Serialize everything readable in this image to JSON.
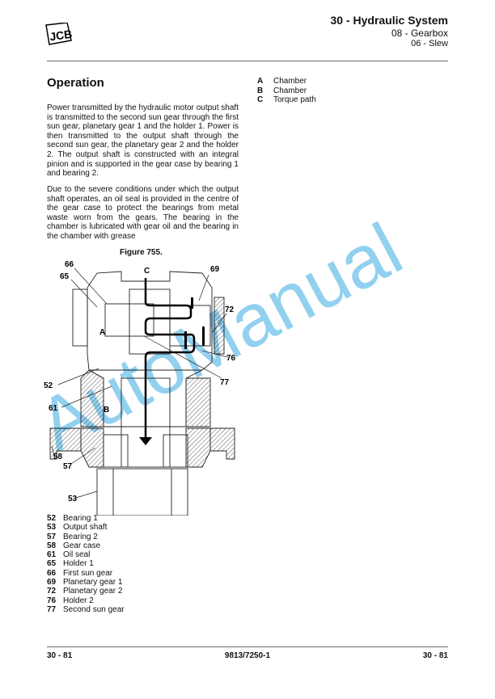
{
  "header": {
    "logo": "JCB",
    "section": "30 - Hydraulic System",
    "subsection": "08 - Gearbox",
    "topic": "06 - Slew"
  },
  "title": "Operation",
  "paragraphs": [
    "Power transmitted by the hydraulic motor output shaft is transmitted to the second sun gear through the first sun gear, planetary gear 1 and the holder 1. Power is then transmitted to the output shaft through the second sun gear, the planetary gear 2 and the holder 2. The output shaft is constructed with an integral pinion and is supported in the gear case by bearing 1 and bearing 2.",
    "Due to the severe conditions under which the output shaft operates, an oil seal is provided in the centre of the gear case to protect the bearings from metal waste worn from the gears. The bearing in the chamber is lubricated with gear oil and the bearing in the chamber with grease"
  ],
  "keys": [
    {
      "k": "A",
      "label": "Chamber"
    },
    {
      "k": "B",
      "label": "Chamber"
    },
    {
      "k": "C",
      "label": "Torque path"
    }
  ],
  "figure": {
    "caption": "Figure 755.",
    "callouts": {
      "c66": "66",
      "c65": "65",
      "cC": "C",
      "c69": "69",
      "c72": "72",
      "cA": "A",
      "c76": "76",
      "c77": "77",
      "c52": "52",
      "c61": "61",
      "cB": "B",
      "c58": "58",
      "c57": "57",
      "c53": "53"
    }
  },
  "legend": [
    {
      "k": "52",
      "label": "Bearing 1"
    },
    {
      "k": "53",
      "label": "Output shaft"
    },
    {
      "k": "57",
      "label": "Bearing 2"
    },
    {
      "k": "58",
      "label": "Gear case"
    },
    {
      "k": "61",
      "label": "Oil seal"
    },
    {
      "k": "65",
      "label": "Holder 1"
    },
    {
      "k": "66",
      "label": "First sun gear"
    },
    {
      "k": "69",
      "label": "Planetary gear 1"
    },
    {
      "k": "72",
      "label": "Planetary gear 2"
    },
    {
      "k": "76",
      "label": "Holder 2"
    },
    {
      "k": "77",
      "label": "Second sun gear"
    }
  ],
  "footer": {
    "left": "30 - 81",
    "center": "9813/7250-1",
    "right": "30 - 81"
  },
  "watermark": "AutoManual",
  "colors": {
    "watermark": "#6ec1ea",
    "text": "#111111"
  }
}
